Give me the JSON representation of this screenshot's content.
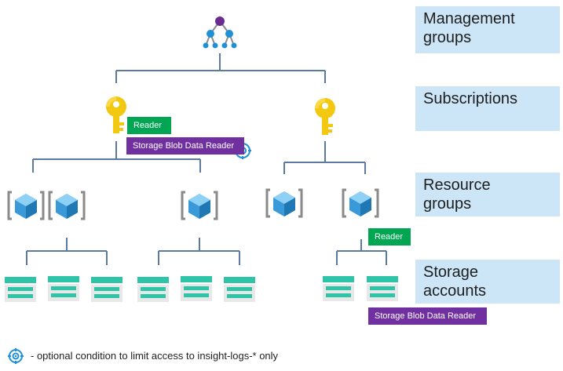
{
  "levels": {
    "management_groups": "Management\ngroups",
    "subscriptions": "Subscriptions",
    "resource_groups": "Resource\ngroups",
    "storage_accounts": "Storage\naccounts"
  },
  "roles": {
    "subscription_reader": "Reader",
    "subscription_blob_reader": "Storage Blob Data Reader",
    "resource_group_reader": "Reader",
    "storage_blob_reader": "Storage Blob Data Reader"
  },
  "legend": {
    "condition_note": "- optional condition to limit access to insight-logs-* only"
  },
  "colors": {
    "line": "#5a7aa0",
    "level_box": "#cce6f8",
    "reader": "#00a651",
    "blob_reader": "#7030a0",
    "key": "#f2c811",
    "cube": "#3a9ad9",
    "storage": "#2ec4a8",
    "mgmt_top": "#6b2c91",
    "mgmt_nodes": "#1e90d8"
  }
}
